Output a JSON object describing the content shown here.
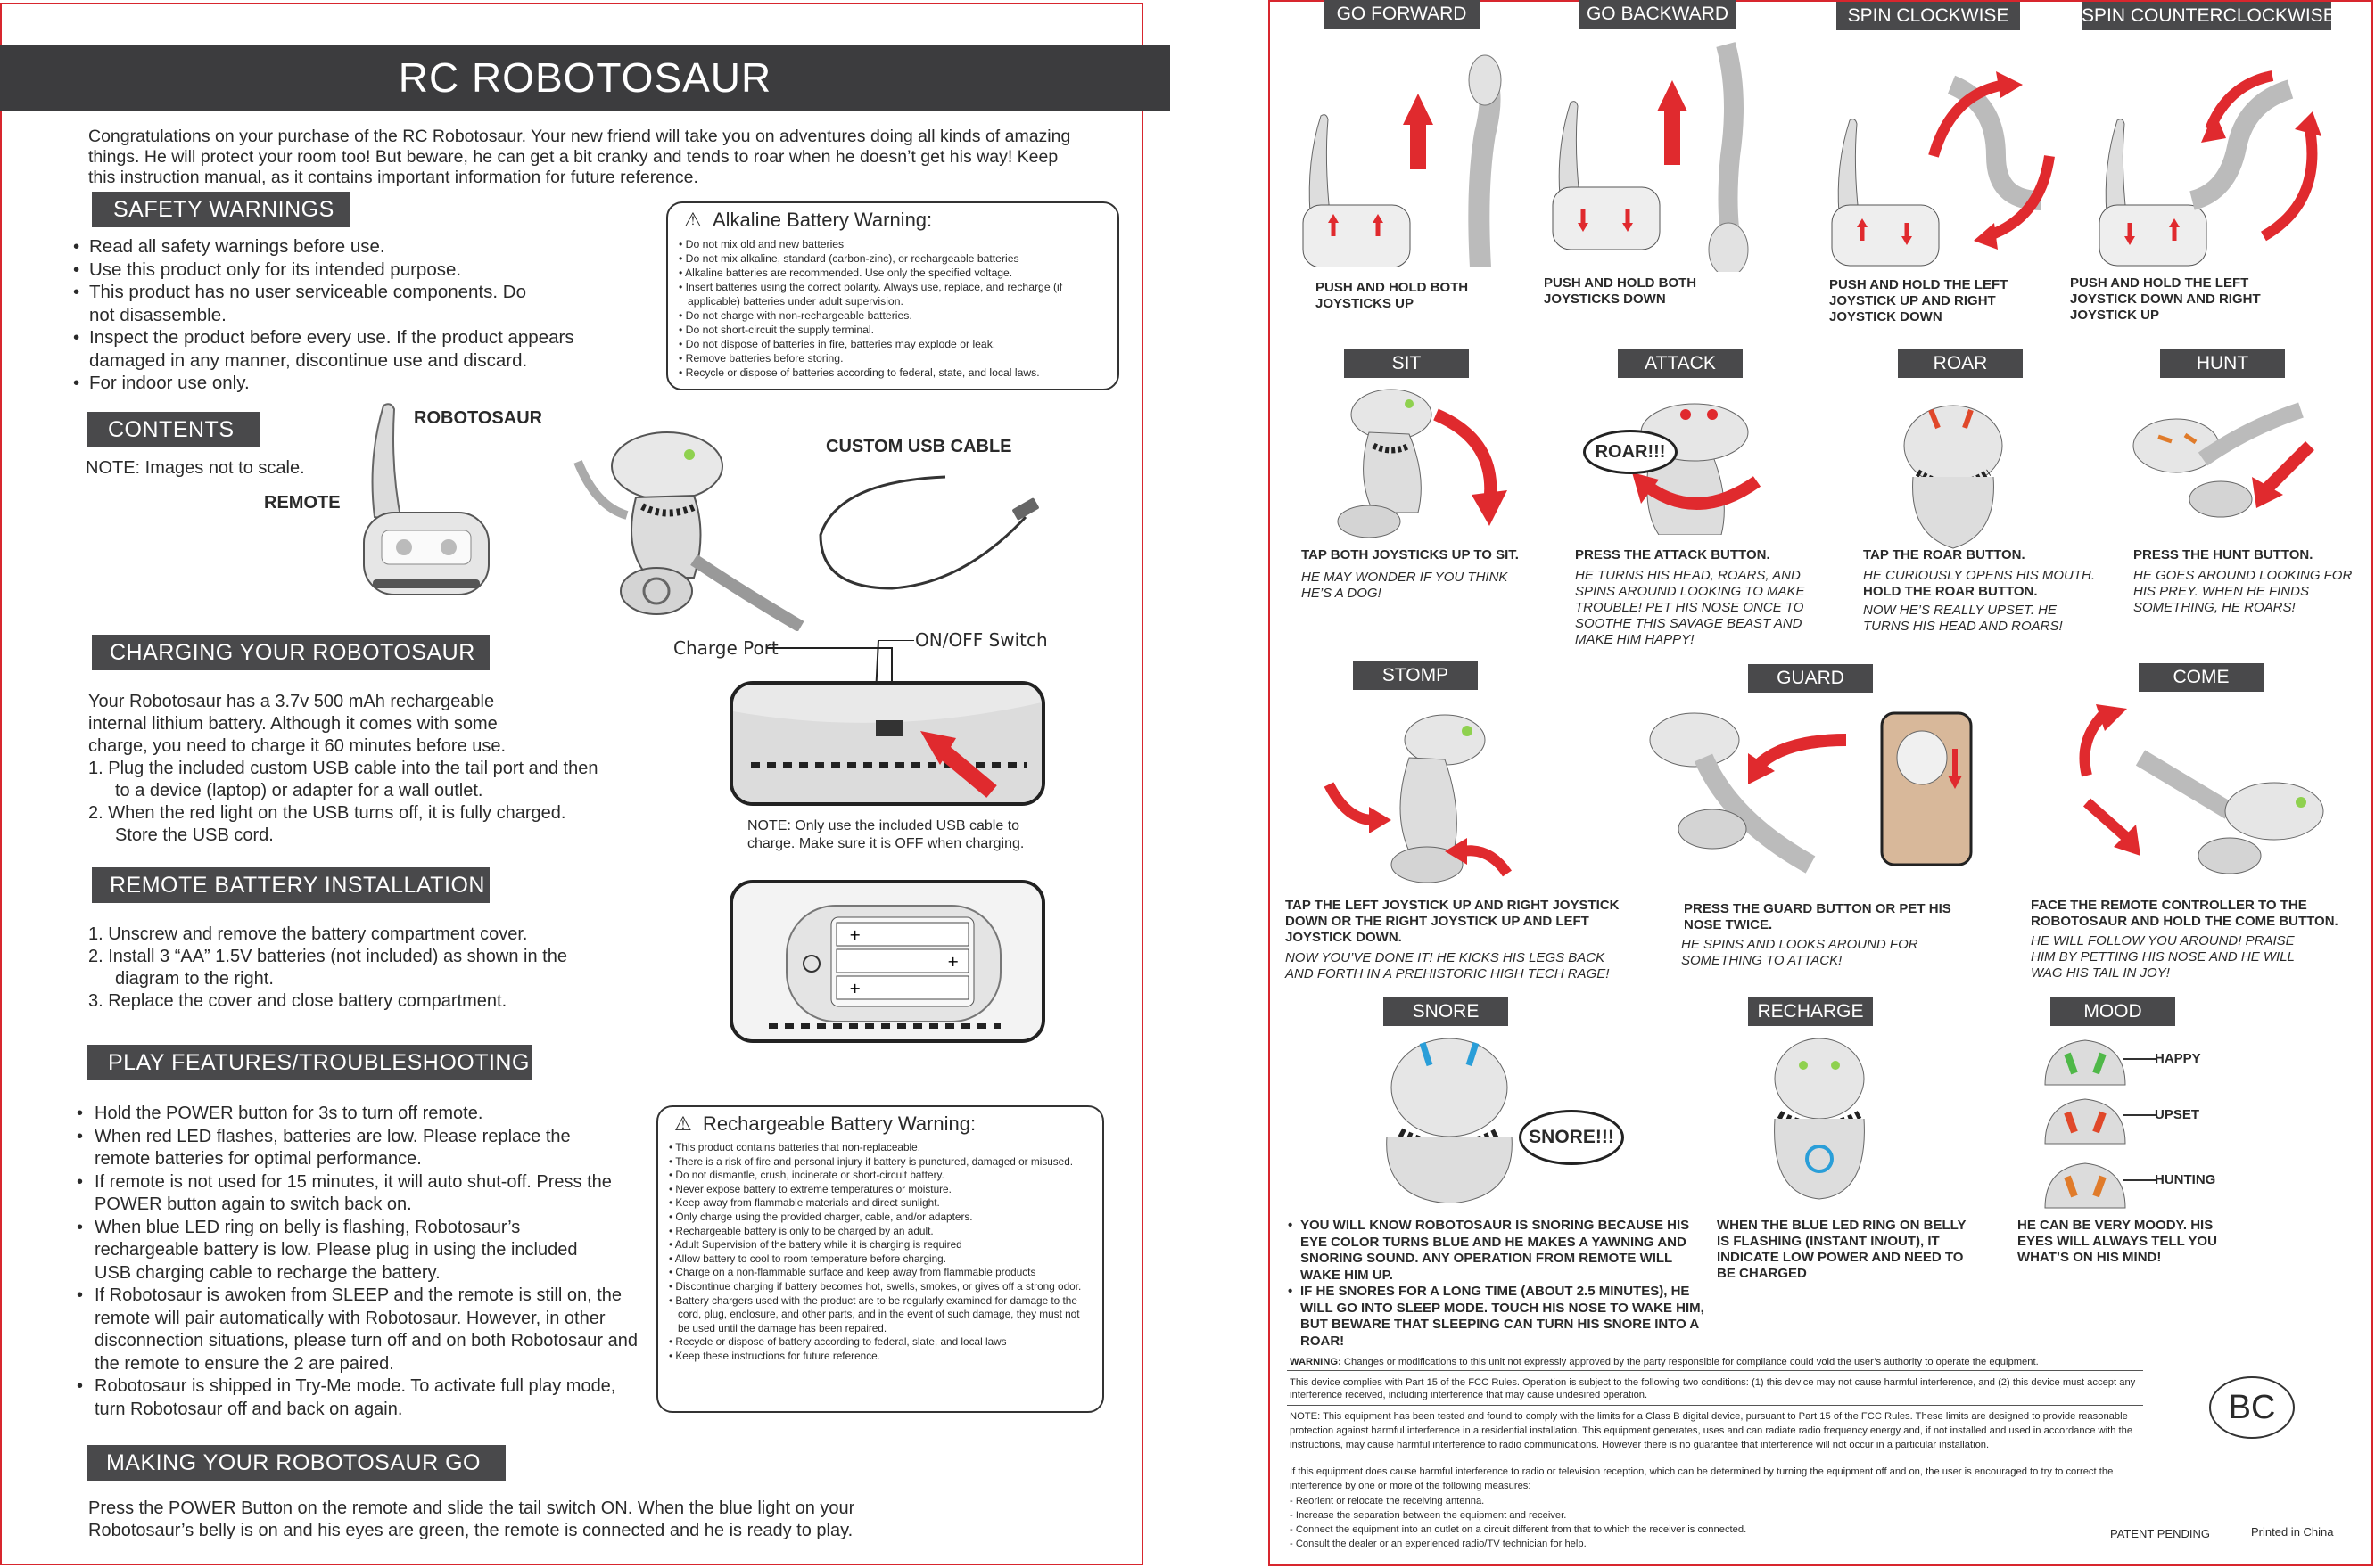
{
  "left": {
    "title": "RC ROBOTOSAUR",
    "intro": "Congratulations on your purchase of the RC Robotosaur. Your new friend will take you on adventures doing all kinds of amazing things. He will protect your room too! But beware, he can get a bit cranky and tends to roar when he doesn’t get his way! Keep this instruction manual, as it contains important information for future reference.",
    "safety": {
      "heading": "SAFETY WARNINGS",
      "items": [
        "Read all safety warnings before use.",
        "Use this product only for its intended purpose.",
        "This product has no user serviceable components. Do not disassemble.",
        "Inspect the product before every use. If the product appears damaged in any manner, discontinue use and discard.",
        "For indoor use only."
      ]
    },
    "alkaline": {
      "title": "Alkaline Battery Warning:",
      "items": [
        "Do not mix old and new batteries",
        "Do not mix alkaline, standard (carbon-zinc), or rechargeable batteries",
        "Alkaline batteries are recommended. Use only the specified voltage.",
        "Insert batteries using the correct polarity. Always use, replace, and recharge (if applicable) batteries under adult supervision.",
        "Do not charge with non-rechargeable batteries.",
        "Do not short-circuit the supply terminal.",
        "Do not dispose of batteries in fire, batteries may explode or leak.",
        "Remove batteries before storing.",
        "Recycle or dispose of batteries according to federal, state, and local laws."
      ]
    },
    "contents": {
      "heading": "CONTENTS",
      "note": "NOTE: Images not to scale.",
      "robotosaur": "ROBOTOSAUR",
      "remote": "REMOTE",
      "usb": "CUSTOM USB CABLE"
    },
    "charging": {
      "heading": "CHARGING YOUR ROBOTOSAUR",
      "text": "Your Robotosaur has a 3.7v 500 mAh rechargeable internal lithium battery. Although it comes with some charge, you need to charge it 60 minutes before use.",
      "steps": [
        "1. Plug the included custom USB cable into the tail port and then to a device (laptop) or adapter for a wall outlet.",
        "2. When the red light on the USB turns off, it is fully charged. Store the USB cord."
      ],
      "charge_port": "Charge Port",
      "onoff": "ON/OFF Switch",
      "note": "NOTE: Only use the included USB cable to charge. Make sure it is OFF when charging."
    },
    "remote_battery": {
      "heading": "REMOTE BATTERY INSTALLATION",
      "steps": [
        "1. Unscrew and remove the battery compartment cover.",
        "2. Install 3 “AA” 1.5V batteries (not included) as shown in the diagram to the right.",
        "3. Replace the cover and close battery compartment."
      ]
    },
    "play": {
      "heading": "PLAY FEATURES/TROUBLESHOOTING",
      "items": [
        "Hold the POWER button for 3s to turn off remote.",
        "When red LED flashes, batteries are low. Please replace the remote batteries for optimal performance.",
        "If remote is not used for 15 minutes, it will auto shut-off. Press the POWER button again to switch back on.",
        "When blue LED ring on belly is flashing, Robotosaur’s rechargeable battery is low. Please plug in using the included USB charging cable to recharge the battery.",
        "If Robotosaur is awoken from SLEEP and the remote is still on, the remote will pair automatically with Robotosaur. However, in other disconnection situations, please turn off and on both Robotosaur and the remote to ensure the 2 are paired.",
        "Robotosaur is shipped in Try-Me mode. To activate full play mode, turn Robotosaur off and back on again."
      ]
    },
    "rechargeable": {
      "title": "Rechargeable Battery Warning:",
      "items": [
        "This product contains batteries that non-replaceable.",
        "There is a risk of fire and personal injury if battery is punctured, damaged or misused.",
        "Do not dismantle, crush, incinerate or short-circuit battery.",
        "Never expose battery to extreme temperatures or moisture.",
        "Keep away from flammable materials and direct sunlight.",
        "Only charge using the provided charger, cable, and/or adapters.",
        "Rechargeable battery is only to be charged by an adult.",
        "Adult Supervision of the battery while it is charging is required",
        "Allow battery to cool to room temperature before charging.",
        "Charge on a non-flammable surface and keep away from flammable products",
        "Discontinue charging if battery becomes hot, swells, smokes, or gives off a strong odor.",
        "Battery chargers used with the product are to be regularly examined for damage to the cord, plug, enclosure, and other parts, and in the event of such damage, they must not be used until the damage has been repaired.",
        "Recycle or dispose of battery according to federal, slate, and local laws",
        "Keep these instructions for future reference."
      ]
    },
    "go": {
      "heading": "MAKING YOUR ROBOTOSAUR GO",
      "text": "Press the POWER Button on the remote and slide the tail switch ON. When the blue light on your Robotosaur’s belly is on and his eyes are green, the remote is connected and he is ready to play."
    }
  },
  "right": {
    "moves": [
      {
        "label": "GO FORWARD",
        "caption": "PUSH AND HOLD BOTH JOYSTICKS UP"
      },
      {
        "label": "GO BACKWARD",
        "caption": "PUSH AND HOLD BOTH JOYSTICKS DOWN"
      },
      {
        "label": "SPIN CLOCKWISE",
        "caption": "PUSH AND HOLD THE LEFT JOYSTICK UP AND RIGHT JOYSTICK DOWN"
      },
      {
        "label": "SPIN COUNTERCLOCKWISE",
        "caption": "PUSH AND HOLD THE LEFT JOYSTICK DOWN AND RIGHT JOYSTICK UP"
      }
    ],
    "actions": [
      {
        "label": "SIT",
        "caption": "TAP BOTH JOYSTICKS UP TO SIT.",
        "note": "HE MAY WONDER IF YOU THINK HE’S A DOG!"
      },
      {
        "label": "ATTACK",
        "caption": "PRESS THE ATTACK BUTTON.",
        "note": "HE TURNS HIS HEAD, ROARS, AND SPINS AROUND LOOKING TO MAKE TROUBLE! PET HIS NOSE ONCE TO SOOTHE THIS SAVAGE BEAST AND MAKE HIM HAPPY!"
      },
      {
        "label": "ROAR",
        "caption": "TAP THE ROAR BUTTON.",
        "note1": "HE CURIOUSLY OPENS HIS MOUTH.",
        "caption2": "HOLD THE ROAR BUTTON.",
        "note2": "NOW HE’S REALLY UPSET. HE TURNS HIS HEAD AND ROARS!"
      },
      {
        "label": "HUNT",
        "caption": "PRESS THE HUNT BUTTON.",
        "note": "HE GOES AROUND LOOKING FOR HIS PREY. WHEN HE FINDS SOMETHING, HE ROARS!"
      }
    ],
    "actions2": [
      {
        "label": "STOMP",
        "caption": "TAP THE LEFT JOYSTICK UP AND RIGHT JOYSTICK DOWN OR THE RIGHT JOYSTICK UP AND LEFT JOYSTICK DOWN.",
        "note": "NOW YOU’VE DONE IT! HE KICKS HIS LEGS BACK AND FORTH IN A PREHISTORIC HIGH TECH RAGE!"
      },
      {
        "label": "GUARD",
        "caption": "PRESS THE GUARD BUTTON OR PET HIS NOSE TWICE.",
        "note": "HE SPINS AND LOOKS AROUND FOR SOMETHING TO ATTACK!"
      },
      {
        "label": "COME",
        "caption": "FACE THE REMOTE CONTROLLER TO THE ROBOTOSAUR AND HOLD THE COME BUTTON.",
        "note": "HE WILL FOLLOW YOU AROUND! PRAISE HIM BY PETTING HIS NOSE AND HE WILL WAG HIS TAIL IN JOY!"
      }
    ],
    "bubbles": {
      "roar": "ROAR!!!",
      "snore": "SNORE!!!"
    },
    "snore": {
      "label": "SNORE",
      "items": [
        "YOU WILL KNOW ROBOTOSAUR IS SNORING BECAUSE HIS EYE COLOR TURNS BLUE AND HE MAKES A YAWNING AND SNORING SOUND. ANY OPERATION FROM REMOTE WILL WAKE HIM UP.",
        "IF HE SNORES FOR A LONG TIME (ABOUT 2.5 MINUTES), HE WILL GO INTO SLEEP MODE. TOUCH HIS NOSE TO WAKE HIM, BUT BEWARE THAT SLEEPING CAN TURN HIS SNORE INTO A ROAR!"
      ]
    },
    "recharge": {
      "label": "RECHARGE",
      "caption": "WHEN THE BLUE LED RING ON BELLY IS FLASHING (INSTANT IN/OUT), IT INDICATE LOW POWER AND NEED TO BE CHARGED"
    },
    "mood": {
      "label": "MOOD",
      "states": [
        "HAPPY",
        "UPSET",
        "HUNTING"
      ],
      "caption": "HE CAN BE VERY MOODY. HIS EYES WILL ALWAYS TELL YOU WHAT’S ON HIS MIND!"
    },
    "fcc": {
      "warning_label": "WARNING:",
      "warning": "Changes or modifications to this unit not expressly approved by the party responsible for compliance could void the user’s authority to operate the equipment.",
      "p1": "This device complies with Part 15 of the FCC Rules. Operation is subject to the following two conditions: (1) this device may not cause harmful interference, and (2) this device must accept any interference received, including interference that may cause undesired operation.",
      "p2": "NOTE: This equipment has been tested and found to comply with the limits for a Class B digital device, pursuant to Part 15 of the FCC Rules. These limits are designed to provide reasonable protection against harmful interference in a residential installation. This equipment generates, uses and can radiate radio frequency energy and, if not installed and used in accordance with the instructions, may cause harmful interference to radio communications. However there is no guarantee that interference will not occur in a particular installation.",
      "p3": "If this equipment does cause harmful interference to radio or television reception, which can be determined by turning the equipment off and on, the user is encouraged to try to correct the interference by one or more of the following measures:",
      "measures": [
        "- Reorient or relocate the receiving antenna.",
        "- Increase the separation between the equipment and receiver.",
        "- Connect the equipment into an outlet on a circuit different from that to which the receiver is connected.",
        "- Consult the dealer or an experienced radio/TV technician for help."
      ],
      "patent": "PATENT PENDING",
      "printed": "Printed in China",
      "bc": "BC"
    }
  },
  "colors": {
    "border": "#d8262e",
    "banner": "#3c3c3e",
    "header": "#49494b",
    "arrow": "#e02a2e"
  }
}
